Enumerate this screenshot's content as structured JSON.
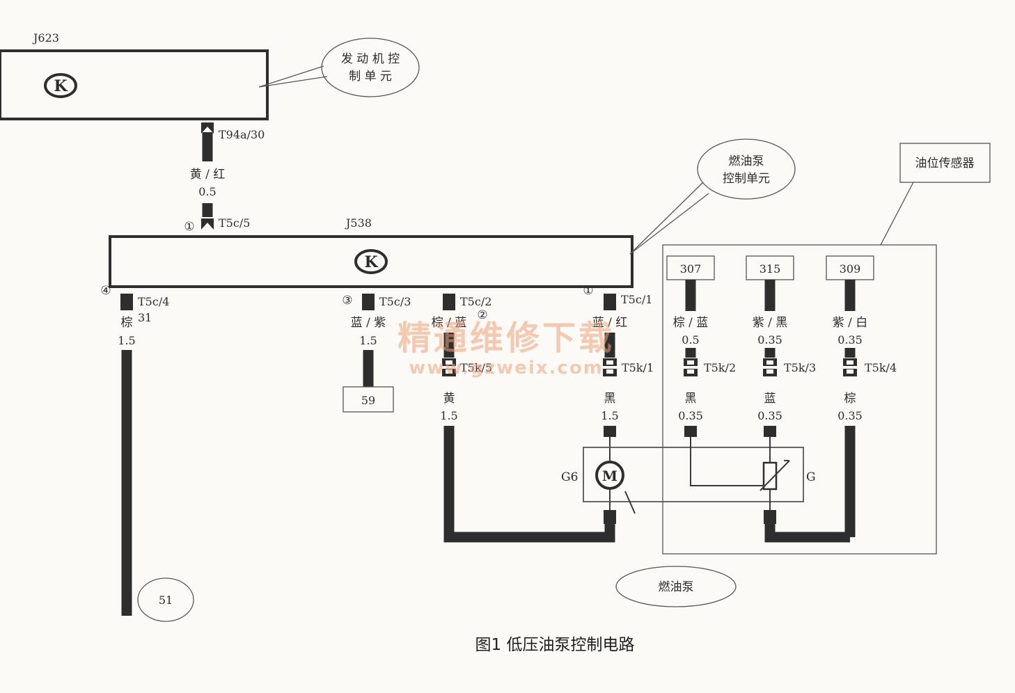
{
  "components": {
    "ecu": {
      "id": "J623",
      "label_line1": "发 动 机 控",
      "label_line2": "制 单 元"
    },
    "pump_ecu": {
      "id": "J538",
      "label_line1": "燃油泵",
      "label_line2": "控制单元"
    },
    "fuel_sensor_label": "油位传感器",
    "fuel_pump_label": "燃油泵",
    "motor_id": "G6",
    "sensor_id": "G",
    "module_icon": "K",
    "motor_icon": "M"
  },
  "connectors": {
    "t94a_30": "T94a/30",
    "t5c_5": "T5c/5",
    "t5c_4": "T5c/4",
    "t5c_3": "T5c/3",
    "t5c_2": "T5c/2",
    "t5c_1": "T5c/1",
    "t5k_1": "T5k/1",
    "t5k_2": "T5k/2",
    "t5k_3": "T5k/3",
    "t5k_4": "T5k/4",
    "t5k_5": "T5k/5"
  },
  "pins": {
    "p1": "①",
    "p2": "②",
    "p3": "③",
    "p4": "④"
  },
  "wires": {
    "ecu_to_pump": {
      "color": "黄 / 红",
      "size": "0.5"
    },
    "brown_ground": {
      "color": "棕",
      "extra": "31",
      "size": "1.5"
    },
    "blue_violet": {
      "color": "蓝 / 紫",
      "size": "1.5"
    },
    "brown_blue": {
      "color": "棕 / 蓝"
    },
    "blue_red": {
      "color": "蓝 / 红"
    },
    "yellow": {
      "color": "黄",
      "size": "1.5"
    },
    "black_motor": {
      "color": "黑",
      "size": "1.5"
    },
    "s307": {
      "color": "棕 / 蓝",
      "size": "0.5"
    },
    "s315": {
      "color": "紫 / 黑",
      "size": "0.35"
    },
    "s309": {
      "color": "紫 / 白",
      "size": "0.35"
    },
    "black_sensor": {
      "color": "黑",
      "size": "0.35"
    },
    "blue_sensor": {
      "color": "蓝",
      "size": "0.35"
    },
    "brown_sensor": {
      "color": "棕",
      "size": "0.35"
    }
  },
  "terminals": {
    "t307": "307",
    "t315": "315",
    "t309": "309",
    "t59": "59",
    "t51": "51"
  },
  "caption": "图1 低压油泵控制电路",
  "watermark": {
    "line1": "精通维修下载",
    "line2": "www.gzweix.com"
  }
}
